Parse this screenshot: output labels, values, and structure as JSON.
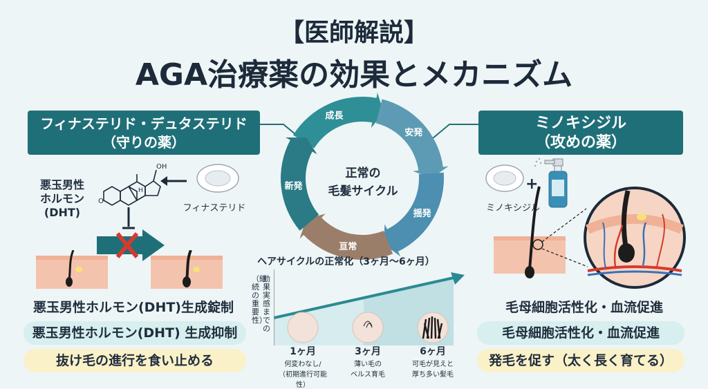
{
  "title": {
    "line1": "【医師解説】",
    "line2": "AGA治療薬の効果とメカニズム"
  },
  "left": {
    "banner_line1": "フィナステリド・デュタステリド",
    "banner_line2": "（守りの薬）",
    "hormone_label": "悪玉男性\nホルモン\n(DHT)",
    "drug_label": "フィナステリド",
    "statement": "悪玉男性ホルモン(DHT)生成錠制",
    "pill1": "悪玉男性ホルモン(DHT) 生成抑制",
    "pill2": "抜け毛の進行を食い止める"
  },
  "right": {
    "banner_line1": "ミノキシジル",
    "banner_line2": "（攻めの薬）",
    "drug_label": "ミノキシジル",
    "statement": "毛母細胞活性化・血流促進",
    "pill1": "毛母細胞活性化・血流促進",
    "pill2": "発毛を促す（太く長く育てる）"
  },
  "cycle": {
    "center_line1": "正常の",
    "center_line2": "毛髪サイクル",
    "stages": [
      "成長",
      "安発",
      "揺発",
      "亘常",
      "新発"
    ]
  },
  "timeline": {
    "title": "ヘアサイクルの正常化（3ヶ月〜6ヶ月）",
    "ylabel_a": "（継続の重要性）",
    "ylabel_b": "効果実感までの",
    "points": [
      {
        "month": "1ヶ月",
        "desc1": "何変わなし/",
        "desc2": "（初期進行可能性）"
      },
      {
        "month": "3ヶ月",
        "desc1": "薄い毛の",
        "desc2": "ベルス育毛"
      },
      {
        "month": "6ヶ月",
        "desc1": "可毛が見えと",
        "desc2": "厚ち多い髪毛"
      }
    ]
  },
  "molecule": {
    "oh_label": "OH",
    "o_label": "O",
    "h_label": "H"
  },
  "colors": {
    "teal_dark": "#1f6f78",
    "teal_mid": "#3a9aa0",
    "blue_green": "#5d9bb4",
    "brown": "#9b7e6a",
    "skin": "#f4c3ad",
    "inhibit_red": "#d43b2f"
  }
}
